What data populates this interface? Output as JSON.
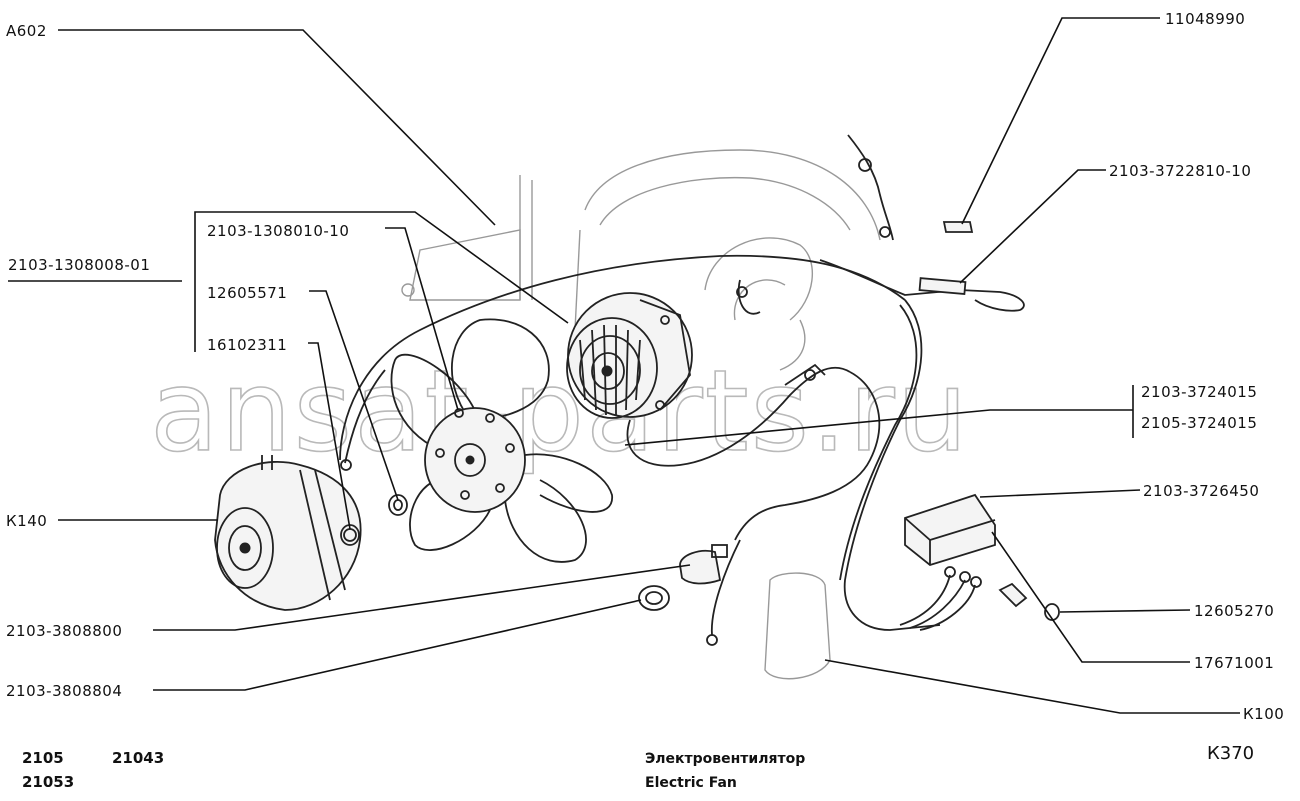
{
  "watermark": "ansat-parts.ru",
  "part_labels": {
    "a602": "А602",
    "p11048990": "11048990",
    "p2103_3722810_10": "2103-3722810-10",
    "p2103_1308008_01": "2103-1308008-01",
    "p2103_1308010_10": "2103-1308010-10",
    "p12605571": "12605571",
    "p16102311": "16102311",
    "p2103_3724015": "2103-3724015",
    "p2105_3724015": "2105-3724015",
    "k140": "К140",
    "p2103_3726450": "2103-3726450",
    "p12605270": "12605270",
    "p17671001": "17671001",
    "p2103_3808800": "2103-3808800",
    "p2103_3808804": "2103-3808804",
    "k100": "К100"
  },
  "footer": {
    "models_line1_a": "2105",
    "models_line1_b": "21043",
    "models_line2": "21053",
    "title_ru": "Электровентилятор",
    "title_en": "Electric Fan",
    "page_code": "К370"
  },
  "colors": {
    "ink": "#111111",
    "watermark": "#b9b9b9",
    "paper": "#ffffff"
  }
}
